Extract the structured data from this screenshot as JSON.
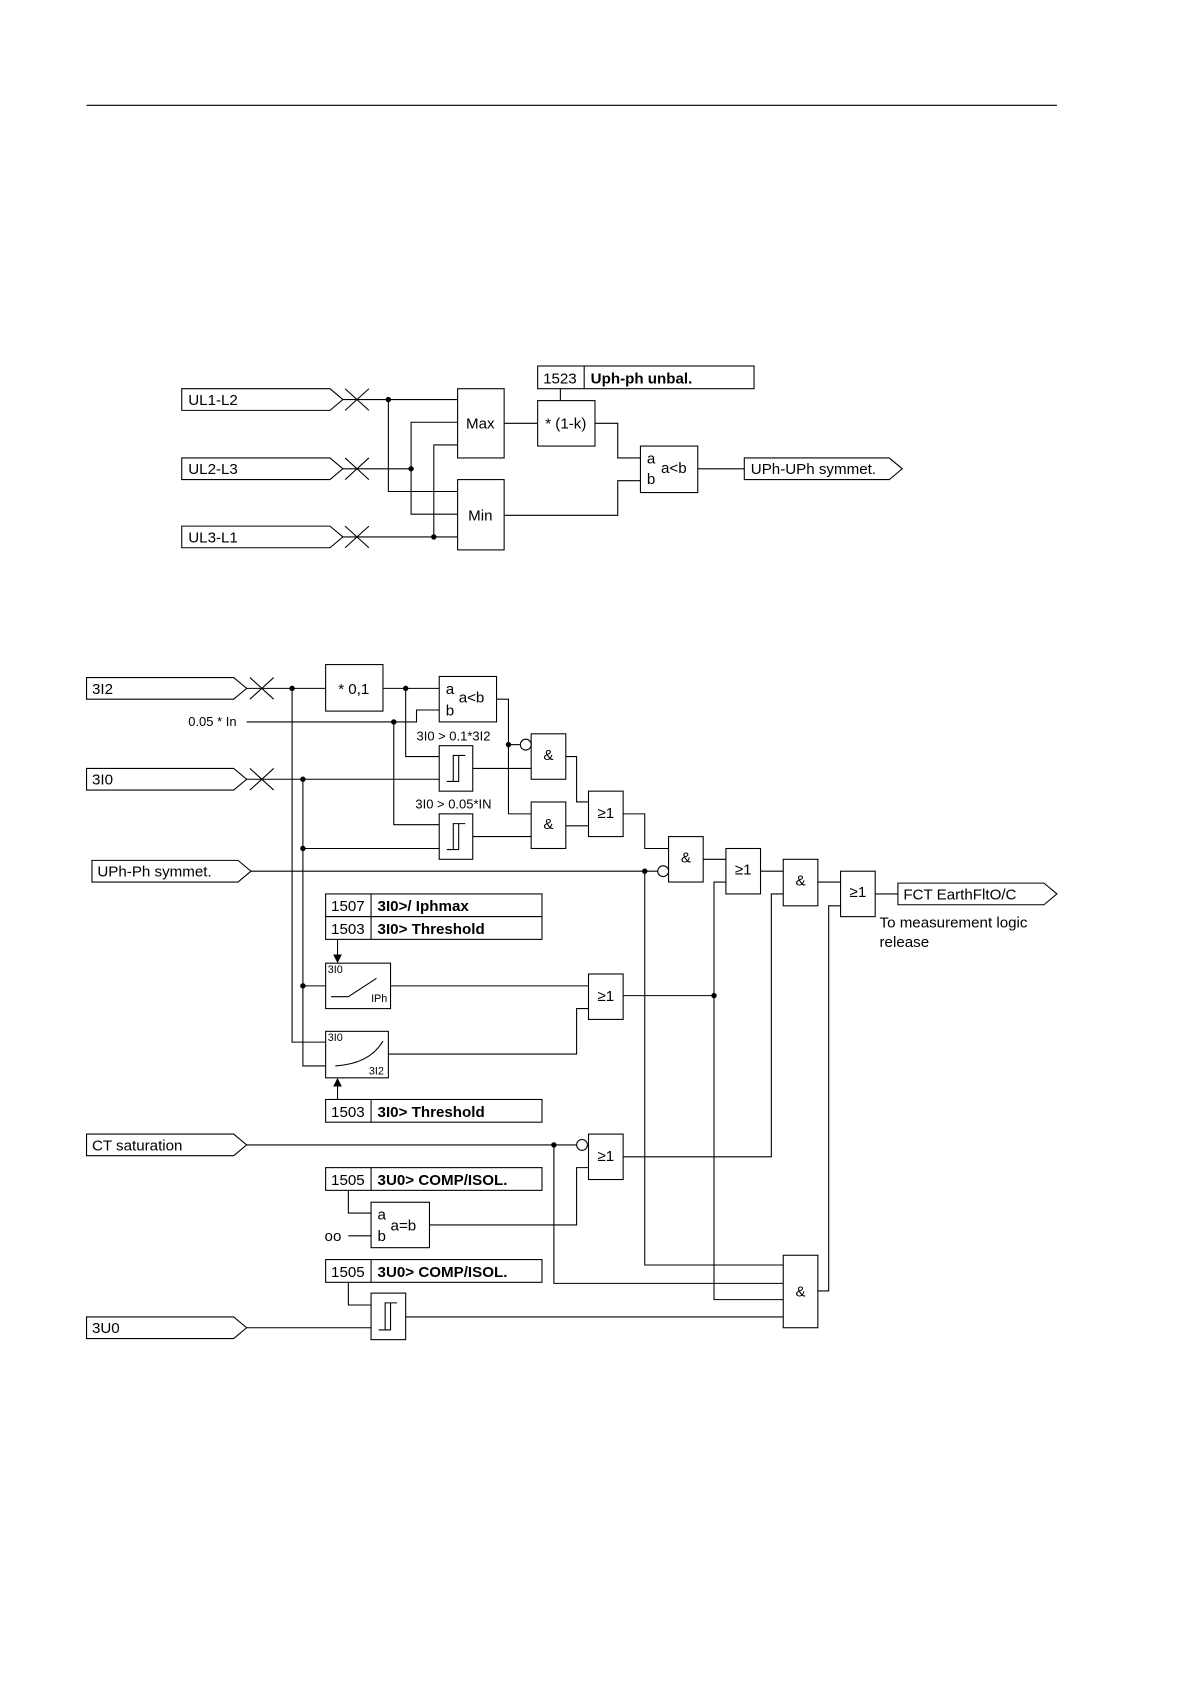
{
  "diagram_top": {
    "inputs": [
      "UL1-L2",
      "UL2-L3",
      "UL3-L1"
    ],
    "max_block": "Max",
    "min_block": "Min",
    "parameter": {
      "address": "1523",
      "name": "Uph-ph unbal."
    },
    "factor_block": "* (1-k)",
    "comparator": {
      "input_a": "a",
      "input_b": "b",
      "function": "a<b"
    },
    "output": "UPh-UPh symmet."
  },
  "diagram_bottom": {
    "inputs": {
      "i2": "3I2",
      "i0": "3I0",
      "symmetry": "UPh-Ph symmet.",
      "ct": "CT saturation",
      "u0": "3U0"
    },
    "constant": "0.05 * In",
    "factor_block": "* 0,1",
    "comparator_lt": {
      "input_a": "a",
      "input_b": "b",
      "function": "a<b"
    },
    "threshold_labels": [
      "3I0 > 0.1*3I2",
      "3I0 > 0.05*IN"
    ],
    "and_symbol": "&",
    "or_symbol": "≥1",
    "parameters": {
      "p1507": {
        "address": "1507",
        "name": "3I0>/ Iphmax"
      },
      "p1503_upper": {
        "address": "1503",
        "name": "3I0> Threshold"
      },
      "p1503_lower": {
        "address": "1503",
        "name": "3I0> Threshold"
      },
      "p1505_upper": {
        "address": "1505",
        "name": "3U0> COMP/ISOL."
      },
      "p1505_lower": {
        "address": "1505",
        "name": "3U0> COMP/ISOL."
      }
    },
    "characteristic_iph": {
      "vertical_label": "3I0",
      "horizontal_label": "IPh"
    },
    "characteristic_3i2": {
      "vertical_label": "3I0",
      "horizontal_label": "3I2"
    },
    "comparator_eq": {
      "input_a": "a",
      "input_b": "b",
      "function": "a=b",
      "constant": "oo"
    },
    "output": "FCT EarthFltO/C",
    "output_note": [
      "To measurement logic",
      "release"
    ]
  }
}
